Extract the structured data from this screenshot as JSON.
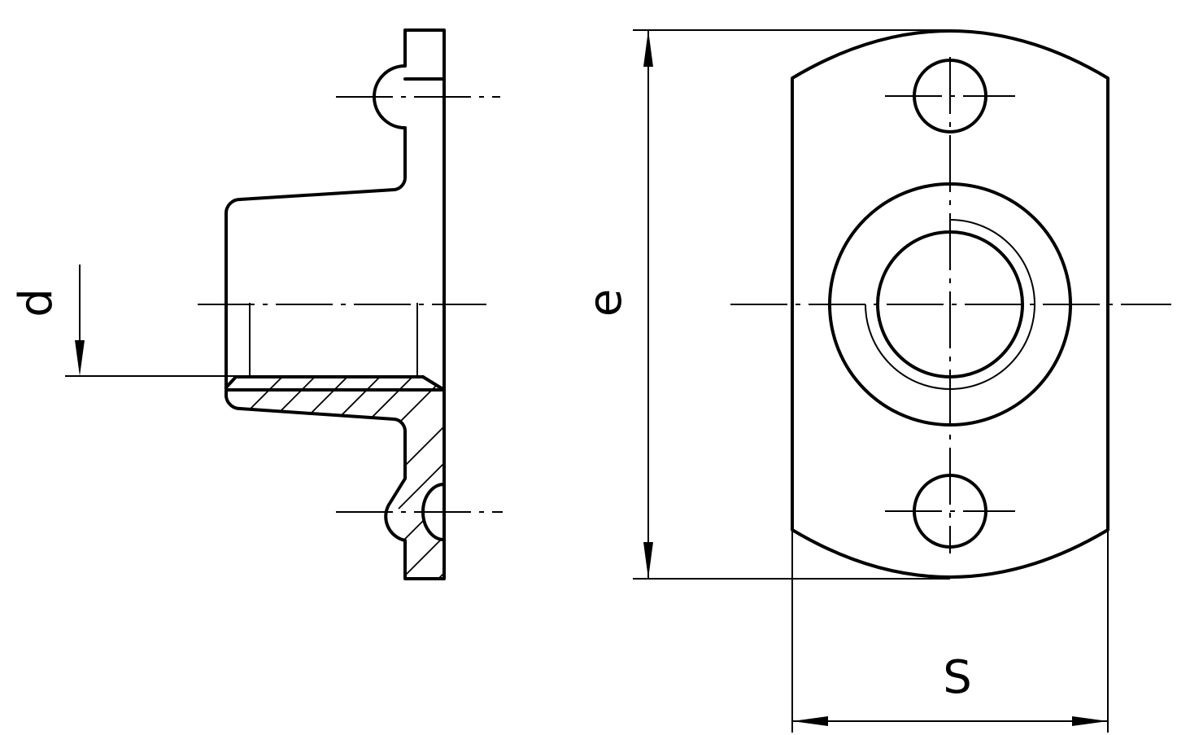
{
  "drawing": {
    "dimensions": {
      "d_label": "d",
      "e_label": "e",
      "s_label": "S"
    }
  }
}
